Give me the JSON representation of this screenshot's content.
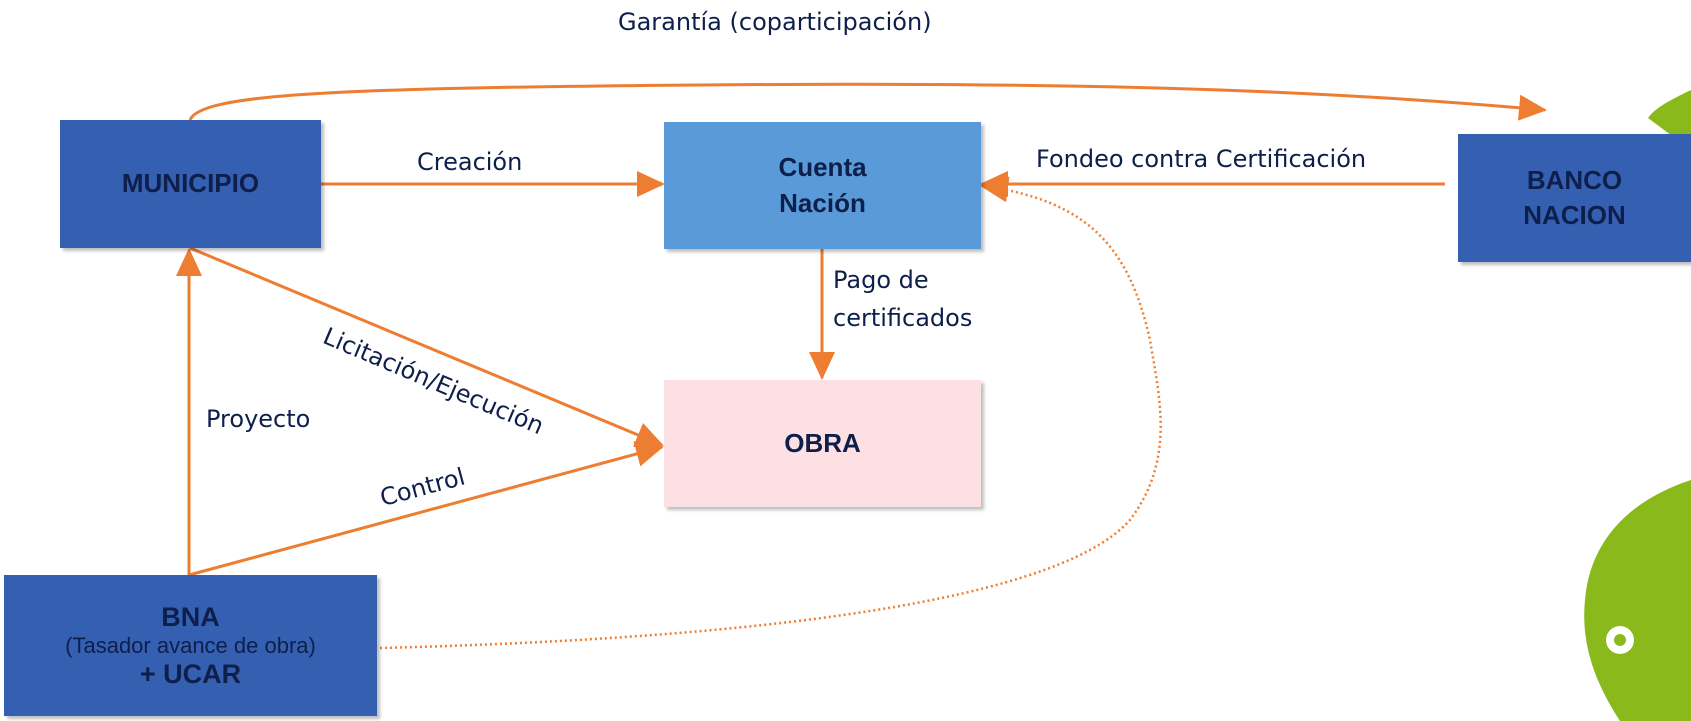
{
  "nodes": {
    "municipio": "MUNICIPIO",
    "cuenta_line1": "Cuenta",
    "cuenta_line2": "Nación",
    "banco_line1": "BANCO",
    "banco_line2": "NACION",
    "obra": "OBRA",
    "bna_line1": "BNA",
    "bna_line2": "(Tasador avance de obra)",
    "bna_line3": "+ UCAR"
  },
  "edges": {
    "garantia": "Garantía (coparticipación)",
    "creacion": "Creación",
    "fondeo": "Fondeo contra Certificación",
    "pago_line1": "Pago de",
    "pago_line2": "certificados",
    "licitacion": "Licitación/Ejecución",
    "proyecto": "Proyecto",
    "control": "Control"
  },
  "colors": {
    "arrow": "#ed7d31",
    "dark_box": "#3560b2",
    "light_box": "#5a9ad8",
    "pink_box": "#fde0e3",
    "text": "#0d1f4a",
    "leaf_green": "#8ab91c"
  }
}
